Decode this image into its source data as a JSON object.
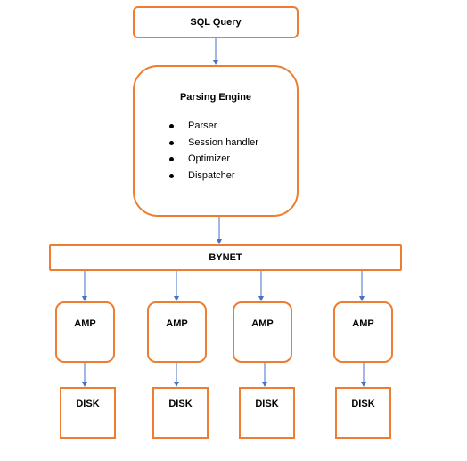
{
  "sql_query": {
    "label": "SQL Query"
  },
  "parsing_engine": {
    "title": "Parsing Engine",
    "items": [
      "Parser",
      "Session handler",
      "Optimizer",
      "Dispatcher"
    ]
  },
  "bynet": {
    "label": "BYNET"
  },
  "amps": [
    {
      "label": "AMP"
    },
    {
      "label": "AMP"
    },
    {
      "label": "AMP"
    },
    {
      "label": "AMP"
    }
  ],
  "disks": [
    {
      "label": "DISK"
    },
    {
      "label": "DISK"
    },
    {
      "label": "DISK"
    },
    {
      "label": "DISK"
    }
  ],
  "colors": {
    "box_border": "#ED7D31",
    "arrow": "#4472C4"
  }
}
